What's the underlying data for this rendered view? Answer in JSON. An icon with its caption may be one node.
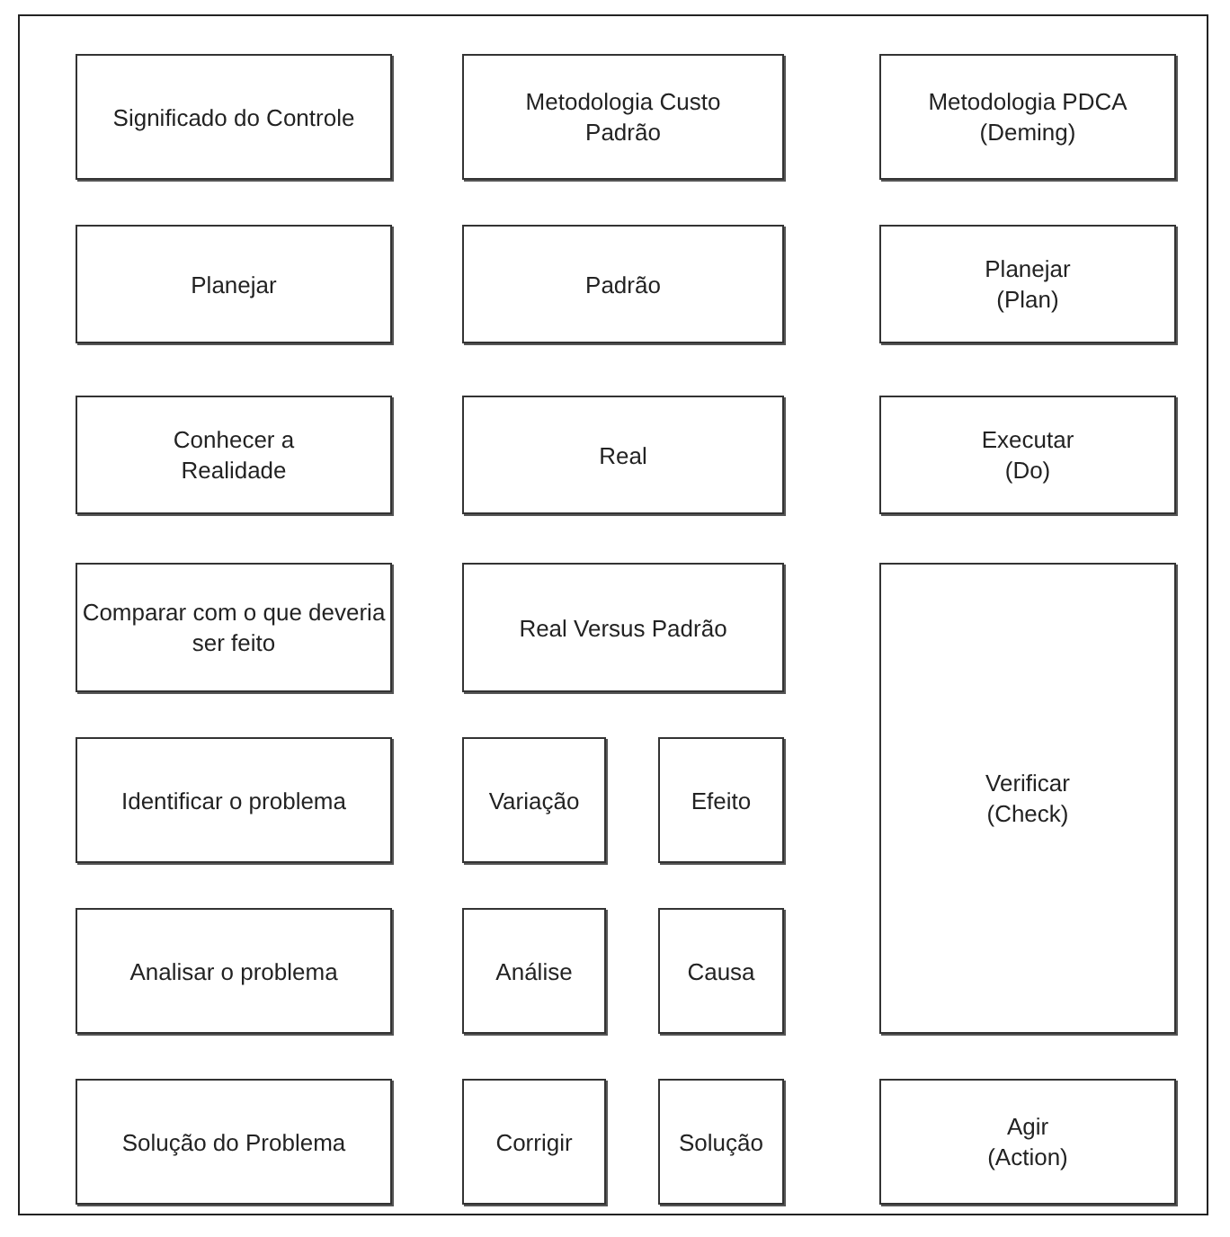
{
  "diagram": {
    "nodes": [
      {
        "text": [
          "Significado do Controle"
        ]
      },
      {
        "text": [
          "Metodologia Custo Padrão"
        ]
      },
      {
        "text": [
          "Metodologia PDCA (Deming)"
        ]
      },
      {
        "text": [
          "Planejar"
        ]
      },
      {
        "text": [
          "Padrão"
        ]
      },
      {
        "text": [
          "Planejar (Plan)"
        ]
      },
      {
        "text": [
          "Conhecer a Realidade"
        ]
      },
      {
        "text": [
          "Real"
        ]
      },
      {
        "text": [
          "Executar (Do)"
        ]
      },
      {
        "text": [
          "Comparar com o que deveria ser feito"
        ]
      },
      {
        "text": [
          "Real Versus Padrão"
        ]
      },
      {
        "text": [
          "Verificar (Check)"
        ]
      },
      {
        "text": [
          "Identificar o problema"
        ]
      },
      {
        "text": [
          "Variação"
        ]
      },
      {
        "text": [
          "Efeito"
        ]
      },
      {
        "text": [
          "Analisar o problema"
        ]
      },
      {
        "text": [
          "Análise"
        ]
      },
      {
        "text": [
          "Causa"
        ]
      },
      {
        "text": [
          "Solução do Problema"
        ]
      },
      {
        "text": [
          "Corrigir"
        ]
      },
      {
        "text": [
          "Solução"
        ]
      },
      {
        "text": [
          "Agir (Action)"
        ]
      }
    ]
  }
}
